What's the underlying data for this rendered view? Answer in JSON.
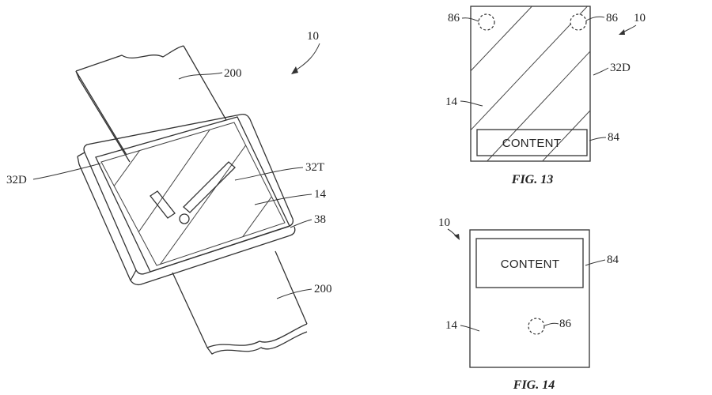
{
  "fig_watch": {
    "ref_device": "10",
    "ref_band_top": "200",
    "ref_band_bottom": "200",
    "ref_display_layer": "32D",
    "ref_touch_layer": "32T",
    "ref_display": "14",
    "ref_housing": "38"
  },
  "fig13": {
    "caption": "FIG. 13",
    "ref_device": "10",
    "ref_sensor_left": "86",
    "ref_sensor_right": "86",
    "ref_display_layer": "32D",
    "ref_display": "14",
    "ref_content": "84",
    "content_label": "CONTENT"
  },
  "fig14": {
    "caption": "FIG. 14",
    "ref_device": "10",
    "ref_content": "84",
    "ref_display": "14",
    "ref_sensor": "86",
    "content_label": "CONTENT"
  }
}
